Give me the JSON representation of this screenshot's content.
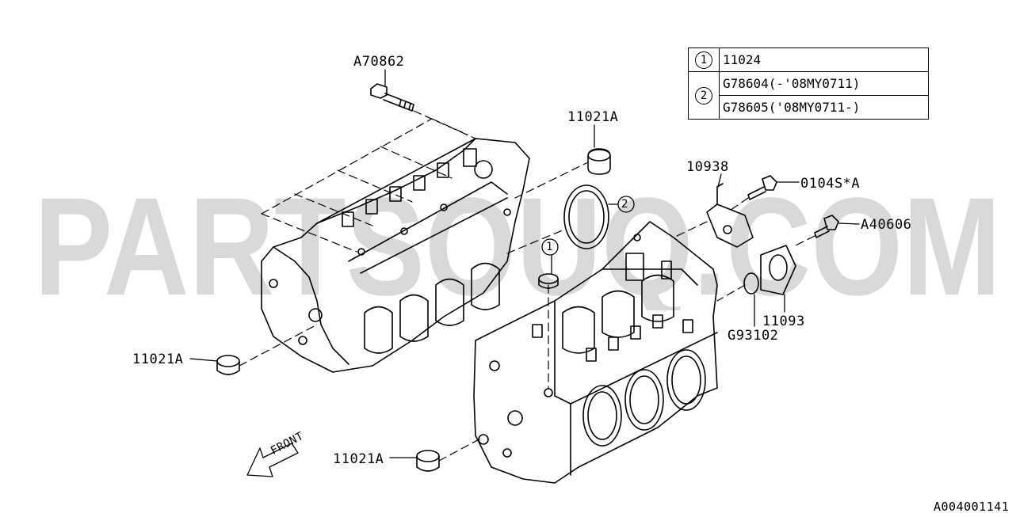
{
  "watermark": {
    "text": "PARTSOUQ.COM",
    "color": "#d9d9d9"
  },
  "legend": [
    {
      "ref": "1",
      "parts": [
        "11024"
      ]
    },
    {
      "ref": "2",
      "parts": [
        "G78604(-'08MY0711)",
        "G78605('08MY0711-)"
      ]
    }
  ],
  "callouts": {
    "bolt_top": "A70862",
    "plug_top": "11021A",
    "plug_left": "11021A",
    "plug_bottom": "11021A",
    "bracket": "10938",
    "bolt_bracket": "0104S*A",
    "bolt_right": "A40606",
    "gasket": "11093",
    "oring": "G93102",
    "seal_ref": "2",
    "plug_ref": "1"
  },
  "front_label": "FRONT",
  "diagram_code": "A004001141",
  "colors": {
    "line": "#000000",
    "watermark": "#d9d9d9"
  }
}
